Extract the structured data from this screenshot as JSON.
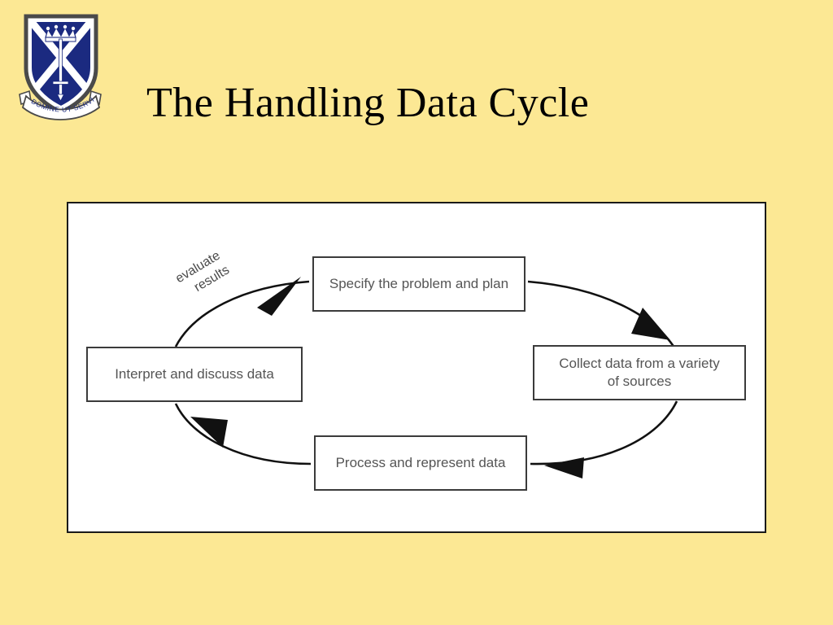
{
  "slide": {
    "title": "The Handling Data Cycle",
    "background_color": "#fce894",
    "panel_background": "#ffffff",
    "panel_border_color": "#1a1a1a"
  },
  "crest": {
    "name": "school-crest",
    "motto": "DOMINE UT SERVIAM",
    "shield_color": "#1b2a80",
    "detail_color": "#ffffff",
    "outline_color": "#3a3a3a"
  },
  "diagram": {
    "type": "cycle",
    "direction": "clockwise",
    "box_text_color": "#555555",
    "box_border_color": "#3b3b3b",
    "arrow_color": "#111111",
    "nodes": [
      {
        "id": "specify",
        "label": "Specify the problem and plan",
        "position": "top"
      },
      {
        "id": "collect",
        "label_line1": "Collect data from a variety",
        "label_line2": "of sources",
        "position": "right"
      },
      {
        "id": "process",
        "label": "Process and represent data",
        "position": "bottom"
      },
      {
        "id": "interpret",
        "label": "Interpret and discuss data",
        "position": "left"
      }
    ],
    "edges": [
      {
        "from": "specify",
        "to": "collect",
        "label": ""
      },
      {
        "from": "collect",
        "to": "process",
        "label": ""
      },
      {
        "from": "process",
        "to": "interpret",
        "label": ""
      },
      {
        "from": "interpret",
        "to": "specify",
        "label_line1": "evaluate",
        "label_line2": "results"
      }
    ],
    "annotation": {
      "line1": "evaluate",
      "line2": "results"
    }
  }
}
